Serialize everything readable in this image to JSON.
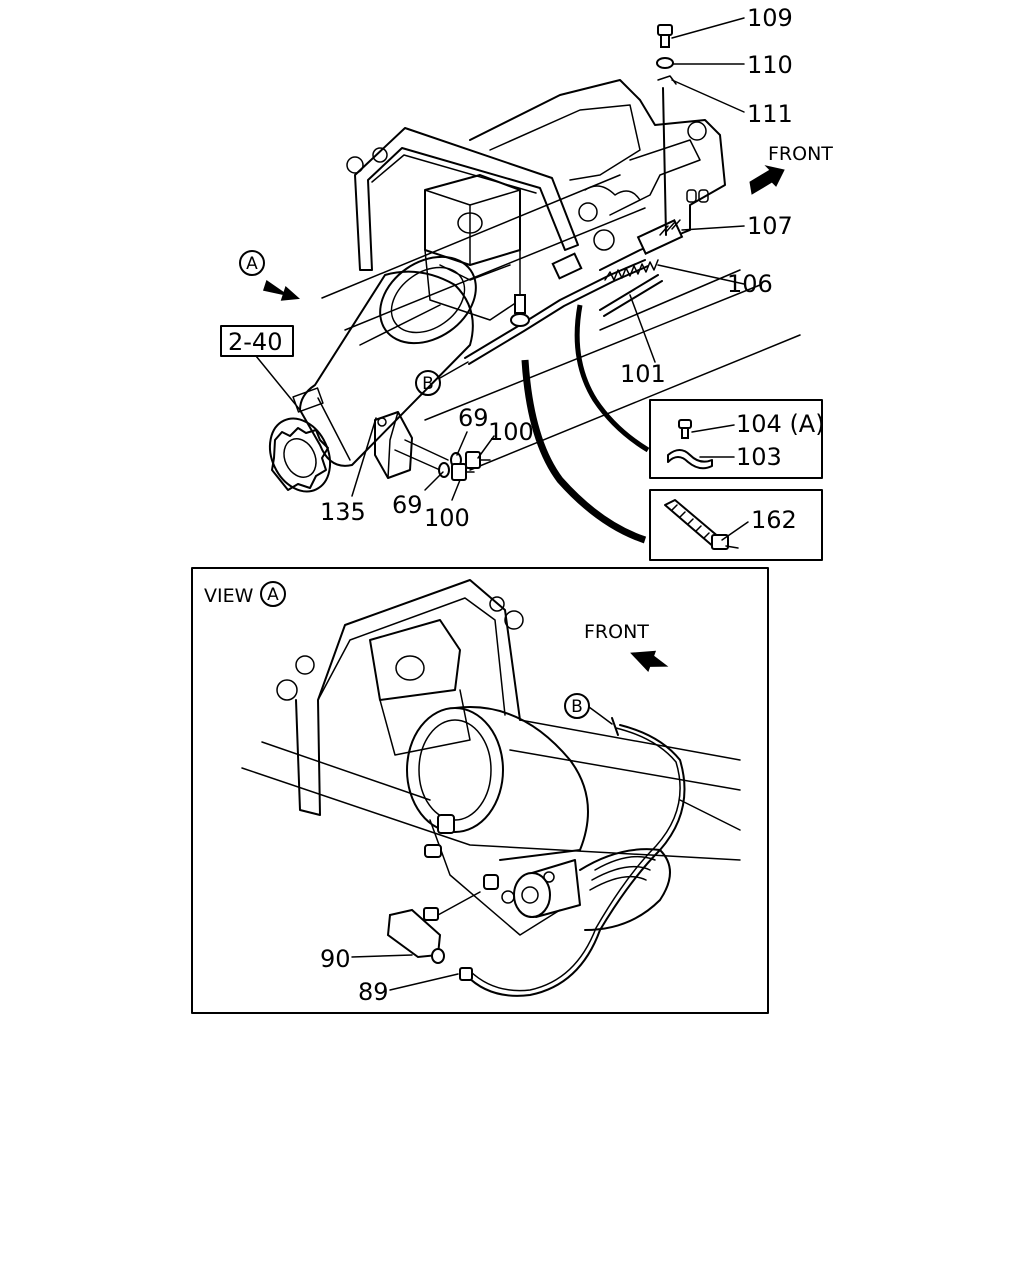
{
  "callouts": {
    "p109": "109",
    "p110": "110",
    "p111": "111",
    "p107": "107",
    "p106": "106",
    "p101": "101",
    "p104": "104 (A)",
    "p103": "103",
    "p162": "162",
    "p69a": "69",
    "p100a": "100",
    "p69b": "69",
    "p100b": "100",
    "p135": "135",
    "ref_2_40": "2-40",
    "p90": "90",
    "p89": "89"
  },
  "markers": {
    "view_a": "A",
    "cable_b_top": "B",
    "cable_b_view": "B",
    "view_title_a": "A"
  },
  "text": {
    "front_top": "FRONT",
    "front_view": "FRONT",
    "view_word": "VIEW"
  }
}
